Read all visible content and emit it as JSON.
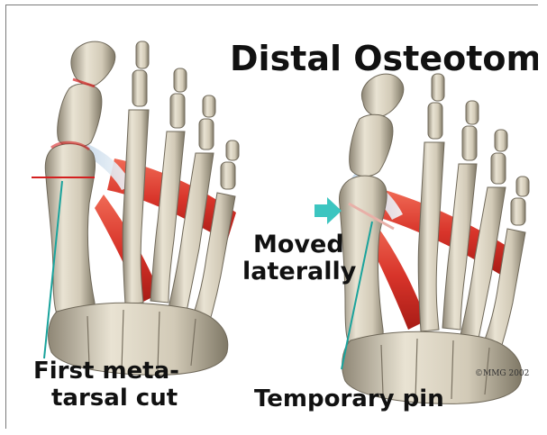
{
  "title": "Distal Osteotomy",
  "labels": {
    "first_cut_line1": "First meta-",
    "first_cut_line2": "tarsal cut",
    "moved_line1": "Moved",
    "moved_line2": "laterally",
    "pin": "Temporary pin"
  },
  "copyright": "©MMG 2002",
  "colors": {
    "bone": "#ddd6c4",
    "bone_shadow": "#9c9483",
    "muscle": "#d8342a",
    "pointer_line": "#1aa39c",
    "cut_line": "#d42020",
    "arrow": "#3cc5c0",
    "pin": "#e8b0a8"
  }
}
